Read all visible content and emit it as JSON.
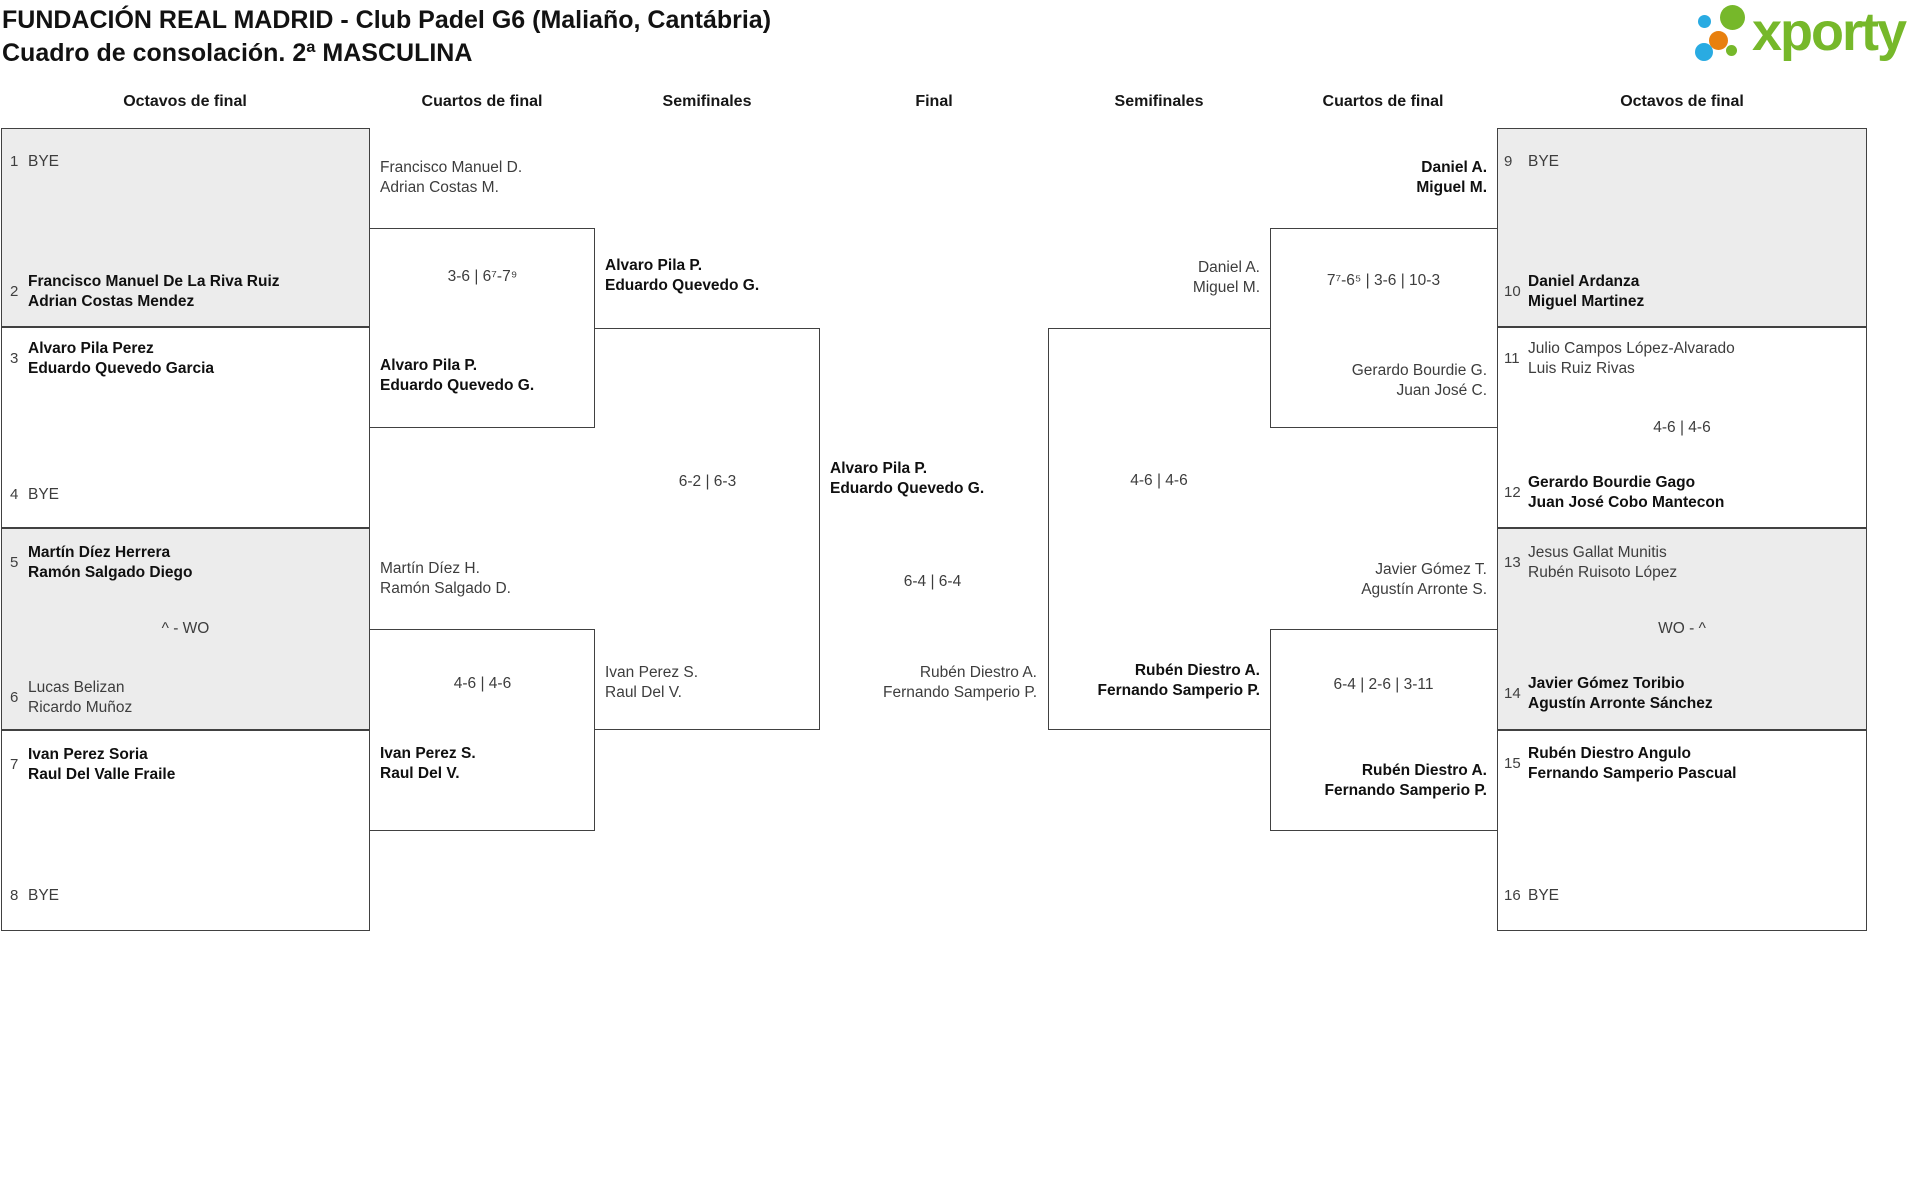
{
  "title": {
    "line1": "FUNDACIÓN REAL MADRID - Club Padel G6 (Maliaño, Cantábria)",
    "line2": "Cuadro de consolación. 2ª MASCULINA"
  },
  "logo": {
    "text": "xporty",
    "colors": {
      "green": "#76b82a",
      "blue": "#29abe2",
      "orange": "#e8800e"
    }
  },
  "round_headers": [
    "Octavos de final",
    "Cuartos de final",
    "Semifinales",
    "Final",
    "Semifinales",
    "Cuartos de final",
    "Octavos de final"
  ],
  "octavos_left": {
    "slots": [
      {
        "seed": "1",
        "line1": "BYE",
        "line2": "",
        "winner": false
      },
      {
        "seed": "2",
        "line1": "Francisco Manuel De La Riva Ruiz",
        "line2": "Adrian Costas Mendez",
        "winner": true
      },
      {
        "seed": "3",
        "line1": "Alvaro Pila Perez",
        "line2": "Eduardo Quevedo Garcia",
        "winner": true
      },
      {
        "seed": "4",
        "line1": "BYE",
        "line2": "",
        "winner": false
      },
      {
        "seed": "5",
        "line1": "Martín Díez Herrera",
        "line2": "Ramón Salgado Diego",
        "winner": true
      },
      {
        "seed": "6",
        "line1": "Lucas Belizan",
        "line2": "Ricardo Muñoz",
        "winner": false
      },
      {
        "seed": "7",
        "line1": "Ivan Perez Soria",
        "line2": "Raul Del Valle Fraile",
        "winner": true
      },
      {
        "seed": "8",
        "line1": "BYE",
        "line2": "",
        "winner": false
      }
    ],
    "match3_score": "^ - WO"
  },
  "octavos_right": {
    "slots": [
      {
        "seed": "9",
        "line1": "BYE",
        "line2": "",
        "winner": false
      },
      {
        "seed": "10",
        "line1": "Daniel Ardanza",
        "line2": "Miguel Martinez",
        "winner": true
      },
      {
        "seed": "11",
        "line1": "Julio Campos López-Alvarado",
        "line2": "Luis Ruiz Rivas",
        "winner": false
      },
      {
        "seed": "12",
        "line1": "Gerardo Bourdie Gago",
        "line2": "Juan José Cobo Mantecon",
        "winner": true
      },
      {
        "seed": "13",
        "line1": "Jesus Gallat Munitis",
        "line2": "Rubén Ruisoto López",
        "winner": false
      },
      {
        "seed": "14",
        "line1": "Javier Gómez Toribio",
        "line2": "Agustín Arronte Sánchez",
        "winner": true
      },
      {
        "seed": "15",
        "line1": "Rubén Diestro Angulo",
        "line2": "Fernando Samperio Pascual",
        "winner": true
      },
      {
        "seed": "16",
        "line1": "BYE",
        "line2": "",
        "winner": false
      }
    ],
    "match2_score": "4-6 | 4-6",
    "match3_score": "WO - ^"
  },
  "cuartos_left": [
    {
      "top": {
        "line1": "Francisco Manuel D.",
        "line2": "Adrian Costas M.",
        "winner": false
      },
      "score": "3-6 | 6⁷-7⁹",
      "bottom": {
        "line1": "Alvaro Pila P.",
        "line2": "Eduardo Quevedo G.",
        "winner": true
      }
    },
    {
      "top": {
        "line1": "Martín Díez H.",
        "line2": "Ramón Salgado D.",
        "winner": false
      },
      "score": "4-6 | 4-6",
      "bottom": {
        "line1": "Ivan Perez S.",
        "line2": "Raul Del V.",
        "winner": true
      }
    }
  ],
  "cuartos_right": [
    {
      "top": {
        "line1": "Daniel A.",
        "line2": "Miguel M.",
        "winner": true
      },
      "score": "7⁷-6⁵ | 3-6 | 10-3",
      "bottom": {
        "line1": "Gerardo Bourdie G.",
        "line2": "Juan José C.",
        "winner": false
      }
    },
    {
      "top": {
        "line1": "Javier Gómez T.",
        "line2": "Agustín Arronte S.",
        "winner": false
      },
      "score": "6-4 | 2-6 | 3-11",
      "bottom": {
        "line1": "Rubén Diestro A.",
        "line2": "Fernando Samperio P.",
        "winner": true
      }
    }
  ],
  "semifinal_left": {
    "top": {
      "line1": "Alvaro Pila P.",
      "line2": "Eduardo Quevedo G.",
      "winner": true
    },
    "score": "6-2 | 6-3",
    "bottom": {
      "line1": "Ivan Perez S.",
      "line2": "Raul Del V.",
      "winner": false
    }
  },
  "semifinal_right": {
    "top": {
      "line1": "Daniel A.",
      "line2": "Miguel M.",
      "winner": false
    },
    "score": "4-6 | 4-6",
    "bottom": {
      "line1": "Rubén Diestro A.",
      "line2": "Fernando Samperio P.",
      "winner": true
    }
  },
  "final": {
    "team_left": {
      "line1": "Alvaro Pila P.",
      "line2": "Eduardo Quevedo G.",
      "winner": true
    },
    "score": "6-4 | 6-4",
    "team_right": {
      "line1": "Rubén Diestro A.",
      "line2": "Fernando Samperio P.",
      "winner": false
    }
  }
}
